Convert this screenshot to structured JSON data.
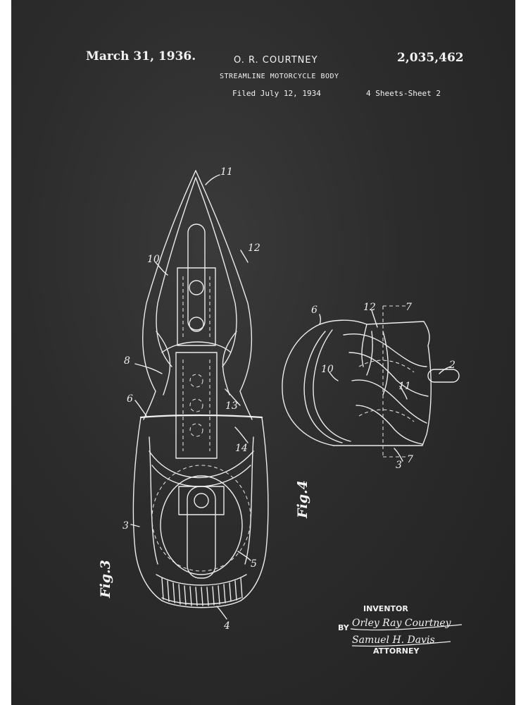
{
  "header": {
    "date": "March 31, 1936.",
    "inventor": "O. R. COURTNEY",
    "patent_number": "2,035,462",
    "title": "STREAMLINE MOTORCYCLE BODY",
    "filed": "Filed July 12, 1934",
    "sheets": "4 Sheets-Sheet  2"
  },
  "figures": {
    "fig3_label": "Fig.3",
    "fig4_label": "Fig.4",
    "fig3_refs": [
      "11",
      "10",
      "12",
      "8",
      "6",
      "13",
      "14",
      "3",
      "5",
      "4"
    ],
    "fig4_refs": [
      "6",
      "12",
      "7",
      "10",
      "2",
      "11",
      "3",
      "7"
    ]
  },
  "signature": {
    "inventor_label": "INVENTOR",
    "by_label": "BY",
    "attorney_label": "ATTORNEY",
    "inventor_signature": "Orley Ray Courtney",
    "attorney_signature": "Samuel H. Davis"
  }
}
